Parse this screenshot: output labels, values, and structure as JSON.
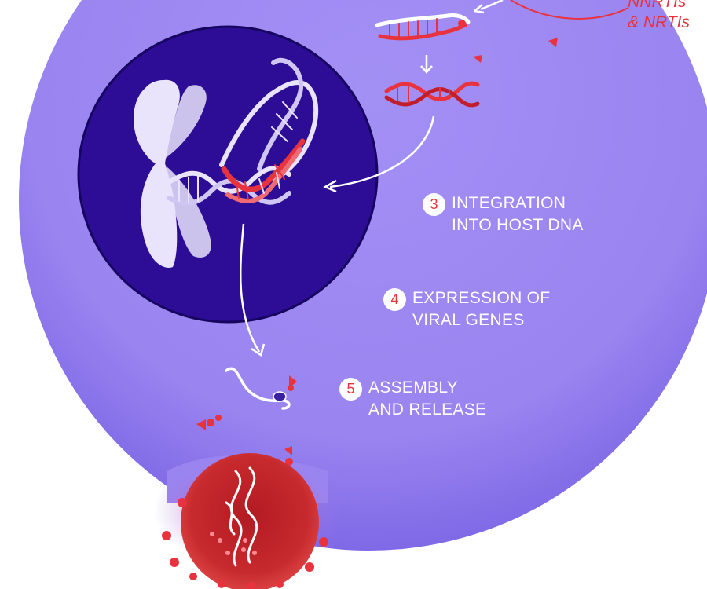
{
  "steps": [
    {
      "number": "3",
      "line1": "INTEGRATION",
      "line2": "INTO HOST DNA"
    },
    {
      "number": "4",
      "line1": "EXPRESSION OF",
      "line2": "VIRAL GENES"
    },
    {
      "number": "5",
      "line1": "ASSEMBLY",
      "line2": "AND RELEASE"
    }
  ],
  "drug_label": {
    "line1": "NNRTIs",
    "line2": "& NRTIs"
  },
  "colors": {
    "cell": "#9b86f0",
    "nucleus": "#2d0d96",
    "accent_red": "#e8333f",
    "white": "#ffffff"
  }
}
